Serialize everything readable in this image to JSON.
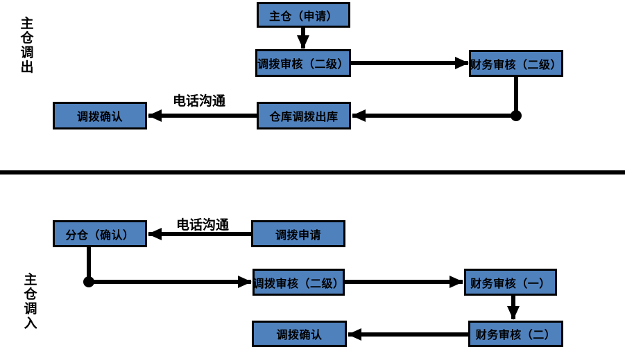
{
  "colors": {
    "box_fill": "#4F81BD",
    "box_border": "#000000",
    "line": "#000000",
    "background": "#FFFFFF"
  },
  "top_section": {
    "side_label": "主仓调出",
    "phone_label": "电话沟通",
    "nodes": {
      "main_apply": "主仓（申请）",
      "transfer_audit": "调拨审核（二级）",
      "finance_audit": "财务审核（二级）",
      "warehouse_outbound": "仓库调拨出库",
      "transfer_confirm": "调拨确认"
    }
  },
  "bottom_section": {
    "side_label": "主仓调入",
    "phone_label": "电话沟通",
    "nodes": {
      "branch_confirm": "分仓（确认）",
      "transfer_apply": "调拨申请",
      "transfer_audit": "调拨审核（二级）",
      "finance_audit_1": "财务审核（一）",
      "finance_audit_2": "财务审核（二）",
      "transfer_confirm": "调拨确认"
    }
  }
}
